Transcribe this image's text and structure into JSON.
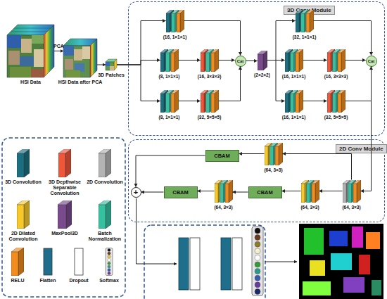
{
  "diagram": {
    "nodes": [
      {
        "text": [
          "HSI Data"
        ]
      },
      {
        "text": [
          "HSI Data after PCA"
        ]
      },
      {
        "text": [
          "3D Patches"
        ]
      },
      {
        "text": [
          "3D Conv Module"
        ]
      },
      {
        "text": [
          "(16, 1×1×1)"
        ],
        "in": 3
      },
      {
        "text": [
          "(8, 1×1×1)"
        ],
        "in": 3
      },
      {
        "text": [
          "(16, 3×3×3)"
        ],
        "in": 3
      },
      {
        "text": [
          "(8, 1×1×1)"
        ],
        "in": 3
      },
      {
        "text": [
          "(32, 5×5×5)"
        ],
        "in": 3
      },
      {
        "text": [
          "Cat"
        ],
        "in": 3
      },
      {
        "text": [
          "(2×2×2)"
        ],
        "in": 3
      },
      {
        "text": [
          "(32, 1×1×1)"
        ],
        "in": 3
      },
      {
        "text": [
          "(16, 1×1×1)"
        ],
        "in": 3
      },
      {
        "text": [
          "(16, 3×3×3)"
        ],
        "in": 3
      },
      {
        "text": [
          "(16, 1×1×1)"
        ],
        "in": 3
      },
      {
        "text": [
          "(32, 5×5×5)"
        ],
        "in": 3
      },
      {
        "text": [
          "Cat"
        ],
        "in": 3
      },
      {
        "text": [
          "2D Conv Module"
        ]
      },
      {
        "text": [
          "(64, 3×3)"
        ],
        "in": 17
      },
      {
        "text": [
          "CBAM"
        ],
        "in": 17
      },
      {
        "text": [
          "+"
        ],
        "in": 17
      },
      {
        "text": [
          "CBAM"
        ],
        "in": 17
      },
      {
        "text": [
          "(64, 3×3)"
        ],
        "in": 17
      },
      {
        "text": [
          "CBAM"
        ],
        "in": 17
      },
      {
        "text": [
          "(64, 3×3)"
        ],
        "in": 17
      },
      {
        "text": [
          "(64, 3×3)"
        ],
        "in": 17
      }
    ],
    "edges": [
      {
        "from": 0,
        "to": 1,
        "arrow": "to",
        "label": "PCA"
      },
      {
        "from": 1,
        "to": 2,
        "arrow": "to"
      },
      {
        "from": 2,
        "to": 4,
        "arrow": "to"
      },
      {
        "from": 2,
        "to": 5,
        "arrow": "to"
      },
      {
        "from": 2,
        "to": 7,
        "arrow": "to"
      },
      {
        "from": 5,
        "to": 6,
        "arrow": "to"
      },
      {
        "from": 7,
        "to": 8,
        "arrow": "to"
      },
      {
        "from": 4,
        "to": 9,
        "arrow": "to"
      },
      {
        "from": 6,
        "to": 9,
        "arrow": "to"
      },
      {
        "from": 8,
        "to": 9,
        "arrow": "to"
      },
      {
        "from": 9,
        "to": 10,
        "arrow": "to"
      },
      {
        "from": 10,
        "to": 11,
        "arrow": "to"
      },
      {
        "from": 10,
        "to": 12,
        "arrow": "to"
      },
      {
        "from": 10,
        "to": 14,
        "arrow": "to"
      },
      {
        "from": 12,
        "to": 13,
        "arrow": "to"
      },
      {
        "from": 14,
        "to": 15,
        "arrow": "to"
      },
      {
        "from": 11,
        "to": 16,
        "arrow": "to"
      },
      {
        "from": 13,
        "to": 16,
        "arrow": "to"
      },
      {
        "from": 15,
        "to": 16,
        "arrow": "to"
      },
      {
        "from": 16,
        "to": 25,
        "arrow": "to"
      },
      {
        "from": 25,
        "to": 24,
        "arrow": "to"
      },
      {
        "from": 24,
        "to": 23,
        "arrow": "to"
      },
      {
        "from": 23,
        "to": 22,
        "arrow": "to"
      },
      {
        "from": 22,
        "to": 21,
        "arrow": "to"
      },
      {
        "from": 21,
        "to": 20,
        "arrow": "to"
      },
      {
        "from": 25,
        "to": 18,
        "arrow": "to"
      },
      {
        "from": 18,
        "to": 19,
        "arrow": "to"
      },
      {
        "from": 19,
        "to": 20,
        "arrow": "to"
      }
    ],
    "legend": [
      {
        "text": "3D Convolution",
        "color": "#1b6f80"
      },
      {
        "text": "3D Depthwise Separable Convolution",
        "color": "#f0563a"
      },
      {
        "text": "2D Convolution",
        "color": "#b3b3b3"
      },
      {
        "text": "2D Dilated Convolution",
        "color": "#f7c82a"
      },
      {
        "text": "MaxPool3D",
        "color": "#7a4b8c"
      },
      {
        "text": "Batch Normalization",
        "color": "#35c1a0"
      },
      {
        "text": "RELU",
        "color": "#f28c1d"
      },
      {
        "text": "Flatten",
        "color": "#1e6e8c"
      },
      {
        "text": "Dropout",
        "color": "#ffffff"
      },
      {
        "text": "Softmax"
      }
    ]
  }
}
